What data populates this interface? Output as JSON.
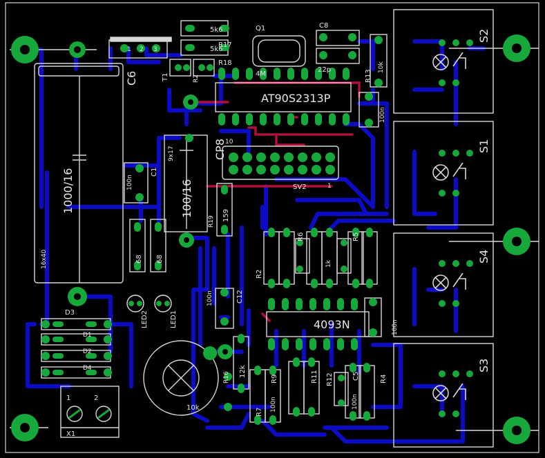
{
  "colors": {
    "background": "#000000",
    "trace": "#0c0cc8",
    "top_trace": "#b0103a",
    "silk": "#d8d8d8",
    "pad": "#16a83a",
    "hole": "#000000"
  },
  "labels": {
    "mcu": "AT90S2313P",
    "cmos": "4093N",
    "crystal": "Q1",
    "crystal_freq": "4M",
    "header": "SV2",
    "header_pin1": "1",
    "header_pin10": "10",
    "cap_c8": "C8",
    "cap_22p": "22p",
    "cap_c6": "C6",
    "cap_c6_val": "1000/16",
    "cap_c6_size": "16x40",
    "cap_cp8": "CP8",
    "cap_cp8_val": "100/16",
    "cap_cp8_size": "9x17",
    "cap_c1": "C1",
    "cap_c1_val": "100n",
    "cap_c12": "C12",
    "cap_c12_val": "100n",
    "cap_c3_val": "100n",
    "cap_c5": "C5",
    "cap_c5_val": "100n",
    "cap_c2_val": "100n",
    "cap_c10_val": "100n",
    "res_r17": "R17",
    "res_r18": "R18",
    "res_5k6a": "5k6",
    "res_5k6b": "5k6",
    "res_r13": "R13",
    "res_10k": "10k",
    "res_r2": "R2",
    "res_r5": "R5",
    "res_r6": "R6",
    "res_1k": "1k",
    "res_r4": "R4",
    "res_r7": "R7",
    "res_r9": "R9",
    "res_r11": "R11",
    "res_r12": "R12",
    "res_12k": "12k",
    "res_68a": "68",
    "res_68b": "68",
    "res_r19": "R19",
    "res_159": "159",
    "trans_t1": "T1",
    "trans_r2": "R2",
    "led1": "LED1",
    "led2": "LED2",
    "diode_d3": "D3",
    "diode_d1": "D1",
    "diode_d2": "D2",
    "diode_d4": "D4",
    "trim_10k": "10k",
    "trim_name": "R16",
    "conn_x1": "X1",
    "conn_pin1": "1",
    "conn_pin2": "2",
    "sw_s1": "S1",
    "sw_s2": "S2",
    "sw_s3": "S3",
    "sw_s4": "S4",
    "reg_pin1": "1",
    "reg_pin2": "2",
    "reg_pin3": "3"
  }
}
